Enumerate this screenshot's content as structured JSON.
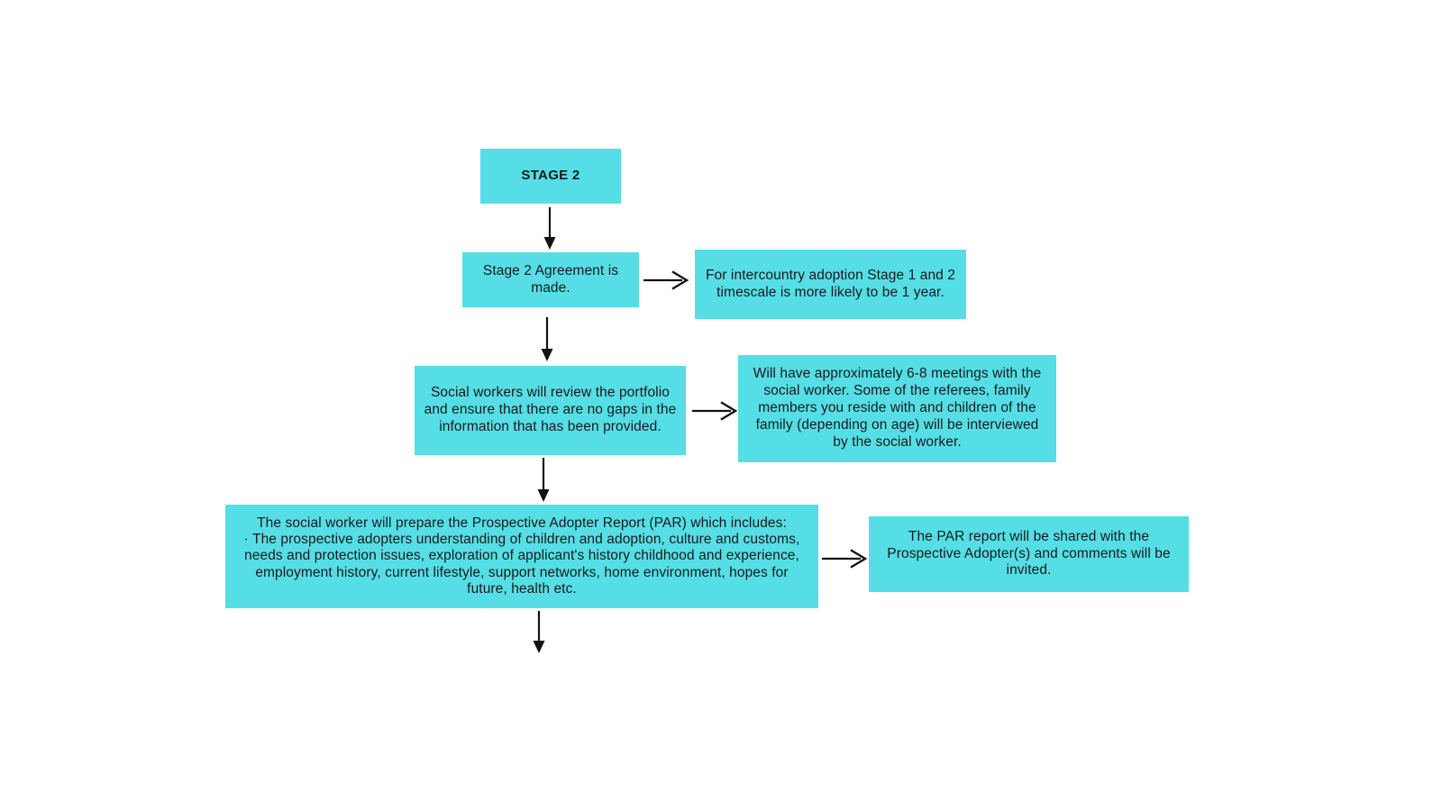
{
  "diagram": {
    "title_node": {
      "id": "stage-2-header",
      "label": "STAGE 2"
    },
    "box_color": "#55dee5",
    "text_color": "#1b1b1b",
    "background_color": "#ffffff",
    "nodes": [
      {
        "id": "stage-2-agreement",
        "label": "Stage 2 Agreement is made."
      },
      {
        "id": "intercountry-timescale",
        "label": "For intercountry adoption Stage 1 and 2 timescale is more likely to be 1 year."
      },
      {
        "id": "social-workers-review",
        "label": "Social workers will review the portfolio and ensure that there are no gaps in the information that has been provided."
      },
      {
        "id": "meetings-with-social-worker",
        "label": "Will have approximately 6-8 meetings with the social worker. Some of the referees, family members you reside with and children of the family (depending on age) will be interviewed by the social worker."
      },
      {
        "id": "par-report-preparation",
        "label": "The social worker will prepare the Prospective Adopter Report (PAR) which includes:\n·    The prospective adopters understanding of children and adoption, culture and customs, needs and protection issues, exploration of applicant's history childhood and experience, employment history, current lifestyle, support networks, home environment, hopes for future, health etc."
      },
      {
        "id": "par-report-shared",
        "label": "The PAR report will be shared with the Prospective Adopter(s) and comments will be invited."
      }
    ],
    "connectors": [
      {
        "id": "arrow-stage2-to-agreement",
        "direction": "down"
      },
      {
        "id": "arrow-agreement-to-timescale",
        "direction": "right"
      },
      {
        "id": "arrow-agreement-to-review",
        "direction": "down"
      },
      {
        "id": "arrow-review-to-meetings",
        "direction": "right"
      },
      {
        "id": "arrow-review-to-par",
        "direction": "down"
      },
      {
        "id": "arrow-par-to-shared",
        "direction": "right"
      },
      {
        "id": "arrow-par-to-next",
        "direction": "down"
      }
    ]
  }
}
